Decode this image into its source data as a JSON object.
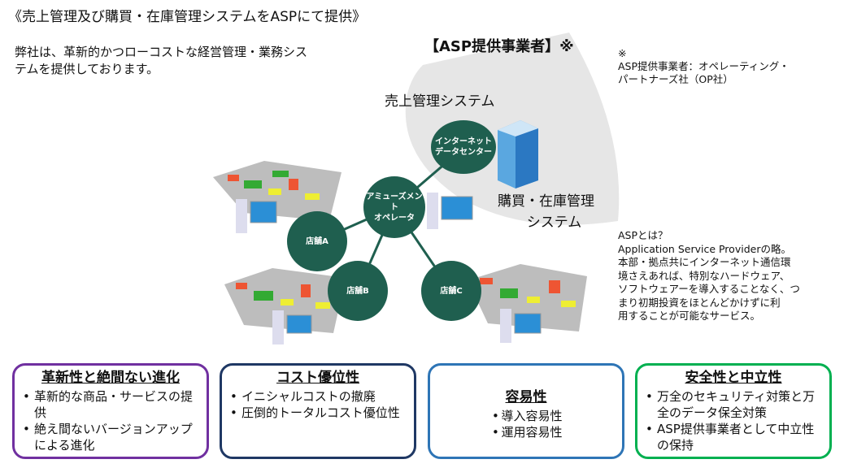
{
  "title": "《売上管理及び購買・在庫管理システムをASPにて提供》",
  "intro": [
    "弊社は、革新的かつローコストな経営管理・業務シス",
    "テムを提供しております。"
  ],
  "asp_provider_heading": "【ASP提供事業者】※",
  "note": [
    "※",
    "ASP提供事業者：オペレーティング・",
    "パートナーズ社（OP社）"
  ],
  "sales_system_label": "売上管理システム",
  "purchase_system_label": [
    "購買・在庫管理",
    "システム"
  ],
  "asp_about": [
    "ASPとは？",
    "Application Service Providerの略。",
    "本部・拠点共にインターネット通信環",
    "境さえあれば、特別なハードウェア、",
    "ソフトウェアーを導入することなく、つ",
    "まり初期投資をほとんどかけずに利",
    "用することが可能なサービス。"
  ],
  "nodes": {
    "datacenter": [
      "インターネット",
      "データセンター"
    ],
    "operator": [
      "アミューズメント",
      "オペレータ"
    ],
    "store_a": "店舗A",
    "store_b": "店舗B",
    "store_c": "店舗C"
  },
  "colors": {
    "node": "#1f5f4f",
    "box1": "#7030a0",
    "box2": "#1f3864",
    "box3": "#2e75b6",
    "box4": "#00b050",
    "wedge": "#e6e6e6"
  },
  "features": [
    {
      "title": "革新性と絶間ない進化",
      "items": [
        "革新的な商品・サービスの提供",
        "絶え間ないバージョンアップによる進化"
      ]
    },
    {
      "title": "コスト優位性",
      "items": [
        "イニシャルコストの撤廃",
        "圧倒的トータルコスト優位性"
      ]
    },
    {
      "title": "容易性",
      "items": [
        "導入容易性",
        "運用容易性"
      ]
    },
    {
      "title": "安全性と中立性",
      "items": [
        "万全のセキュリティ対策と万全のデータ保全対策",
        "ASP提供事業者として中立性の保持"
      ]
    }
  ]
}
